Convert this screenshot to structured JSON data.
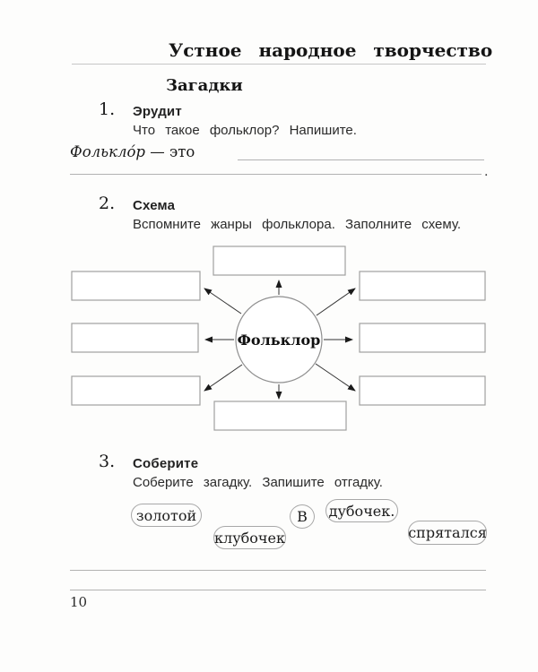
{
  "header": {
    "title": "Устное народное творчество",
    "section": "Загадки"
  },
  "task1": {
    "number": "1.",
    "title": "Эрудит",
    "instruction": "Что такое фольклор? Напишите.",
    "definition_term": "Фолькло́р",
    "definition_rest": "— это",
    "line_end_period": "."
  },
  "task2": {
    "number": "2.",
    "title": "Схема",
    "instruction": "Вспомните жанры фольклора. Заполните схему.",
    "center_label": "Фольклор",
    "empty_box_count": 8
  },
  "task3": {
    "number": "3.",
    "title": "Соберите",
    "instruction": "Соберите загадку. Запишите отгадку.",
    "words": [
      "золотой",
      "клубочек",
      "В",
      "дубочек.",
      "спрятался"
    ]
  },
  "footer": {
    "page_number": "10"
  }
}
